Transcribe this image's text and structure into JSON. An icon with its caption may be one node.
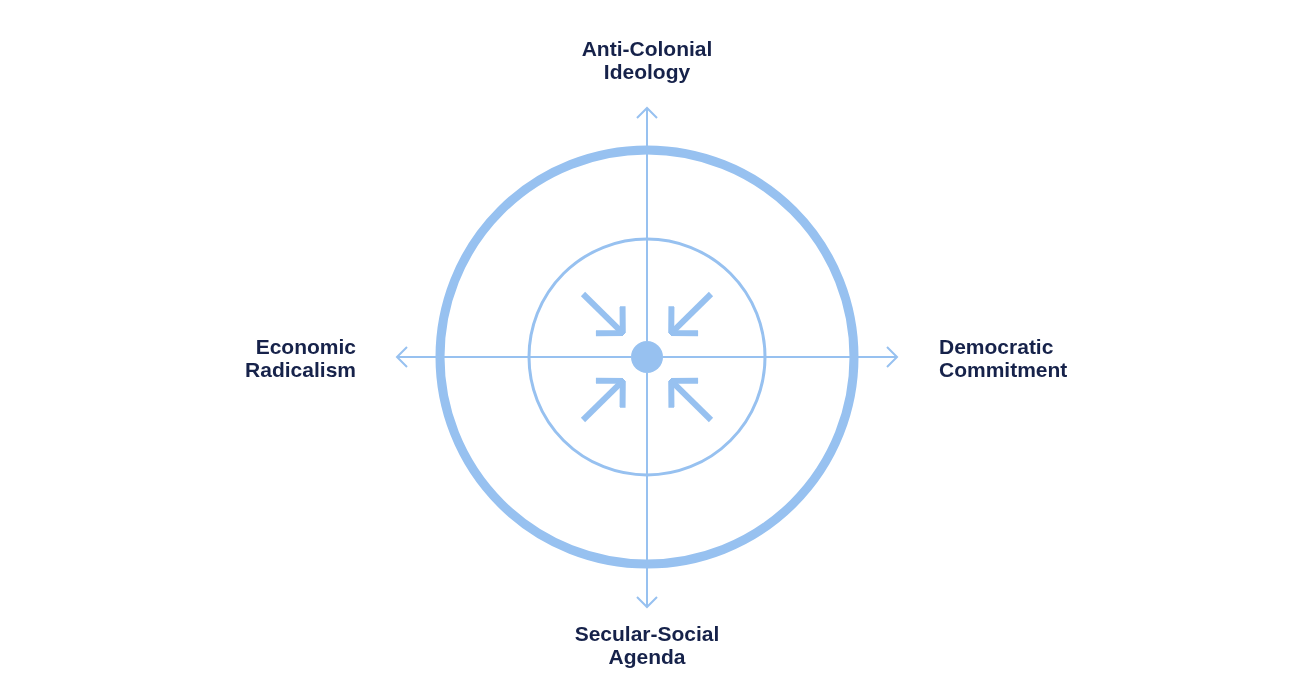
{
  "diagram": {
    "nodes": [
      {
        "text": [
          "Anti-Colonial Ideology"
        ]
      },
      {
        "text": [
          "Economic Radicalism"
        ]
      },
      {
        "text": [
          "Democratic Commitment"
        ]
      },
      {
        "text": [
          "Secular-Social Agenda"
        ]
      },
      {
        "text": [],
        "shape": "circle"
      }
    ],
    "edges": [
      {
        "from": 4,
        "to": 0,
        "arrow": "to"
      },
      {
        "from": 4,
        "to": 1,
        "arrow": "to"
      },
      {
        "from": 4,
        "to": 2,
        "arrow": "to"
      },
      {
        "from": 4,
        "to": 3,
        "arrow": "to"
      },
      {
        "from": null,
        "to": 4,
        "arrow": "to",
        "style": "thick"
      },
      {
        "from": null,
        "to": 4,
        "arrow": "to",
        "style": "thick"
      },
      {
        "from": null,
        "to": 4,
        "arrow": "to",
        "style": "thick"
      },
      {
        "from": null,
        "to": 4,
        "arrow": "to",
        "style": "thick"
      }
    ]
  }
}
